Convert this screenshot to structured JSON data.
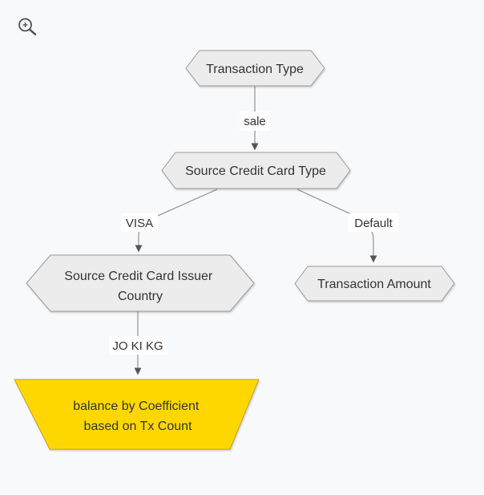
{
  "app": {
    "background_color": "#f8f9fb",
    "zoom_icon": "zoom-in-magnifier"
  },
  "diagram": {
    "type": "decision-tree-flowchart",
    "colors": {
      "node_fill": "#ececec",
      "node_stroke": "#999999",
      "leaf_fill": "#ffd700",
      "leaf_stroke": "#c0a030",
      "edge": "#999999",
      "arrowhead": "#555555",
      "text": "#333333",
      "edge_label_bg": "#ffffff"
    },
    "nodes": [
      {
        "id": "transaction-type",
        "shape": "hexagon",
        "label": "Transaction Type"
      },
      {
        "id": "source-credit-card-type",
        "shape": "hexagon",
        "label": "Source Credit Card Type"
      },
      {
        "id": "source-credit-card-issuer-country",
        "shape": "hexagon",
        "label_lines": [
          "Source Credit Card Issuer",
          "Country"
        ]
      },
      {
        "id": "transaction-amount",
        "shape": "hexagon",
        "label": "Transaction Amount"
      },
      {
        "id": "balance-by-coefficient",
        "shape": "inv-trapezoid",
        "label_lines": [
          "balance by Coefficient",
          "based on Tx Count"
        ]
      }
    ],
    "edges": [
      {
        "from": "transaction-type",
        "to": "source-credit-card-type",
        "label": "sale"
      },
      {
        "from": "source-credit-card-type",
        "to": "source-credit-card-issuer-country",
        "label": "VISA"
      },
      {
        "from": "source-credit-card-type",
        "to": "transaction-amount",
        "label": "Default"
      },
      {
        "from": "source-credit-card-issuer-country",
        "to": "balance-by-coefficient",
        "label": "JO KI KG"
      }
    ]
  }
}
